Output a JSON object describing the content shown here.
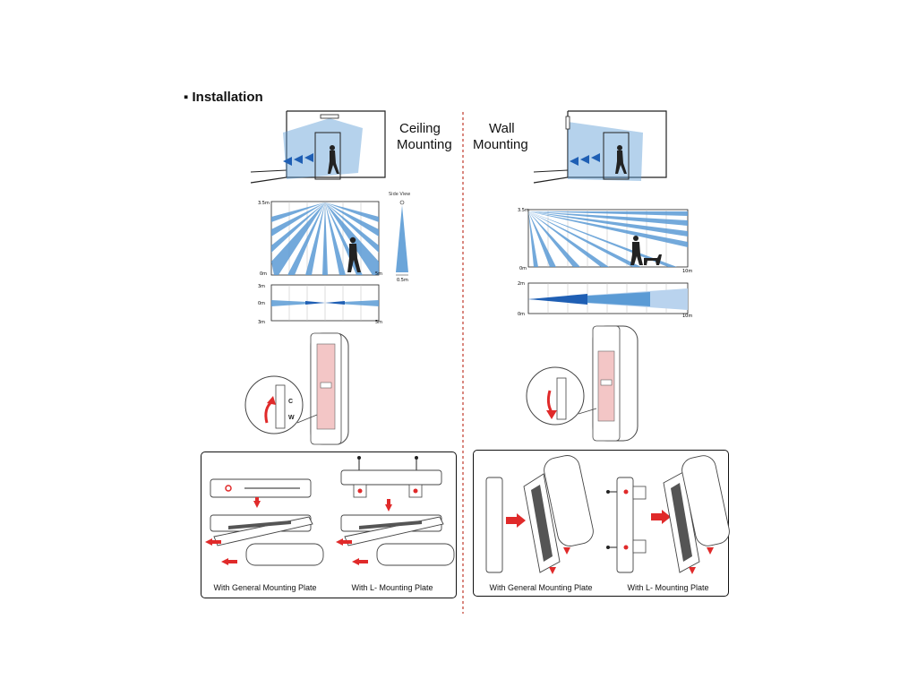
{
  "section_title": "Installation",
  "bullet": "▪",
  "ceiling": {
    "heading_line1": "Ceiling",
    "heading_line2": "Mounting",
    "side_view_label": "Side View",
    "top_chart": {
      "y_top": "3.5m",
      "y_bottom": "0m",
      "x_right": "5m",
      "side_bottom": "0.5m"
    },
    "bottom_chart": {
      "y_top": "3m",
      "y_mid": "0m",
      "y_bottom": "3m",
      "x_right": "5m"
    },
    "dip_labels": {
      "c": "C",
      "w": "W"
    },
    "captions": [
      "With General Mounting Plate",
      "With L- Mounting Plate"
    ]
  },
  "wall": {
    "heading_line1": "Wall",
    "heading_line2": "Mounting",
    "top_chart": {
      "y_top": "3.5m",
      "y_bottom": "0m",
      "x_right": "10m"
    },
    "bottom_chart": {
      "y_top": "2m",
      "y_bottom": "0m",
      "x_right": "10m"
    },
    "captions": [
      "With General Mounting Plate",
      "With L- Mounting Plate"
    ]
  },
  "colors": {
    "beam_blue": "#5b9bd5",
    "beam_light": "#b9d3ee",
    "arrow_red": "#e02a2a",
    "pink_fill": "#f3c6c6",
    "line": "#222222",
    "divider_red": "#c0392b"
  }
}
